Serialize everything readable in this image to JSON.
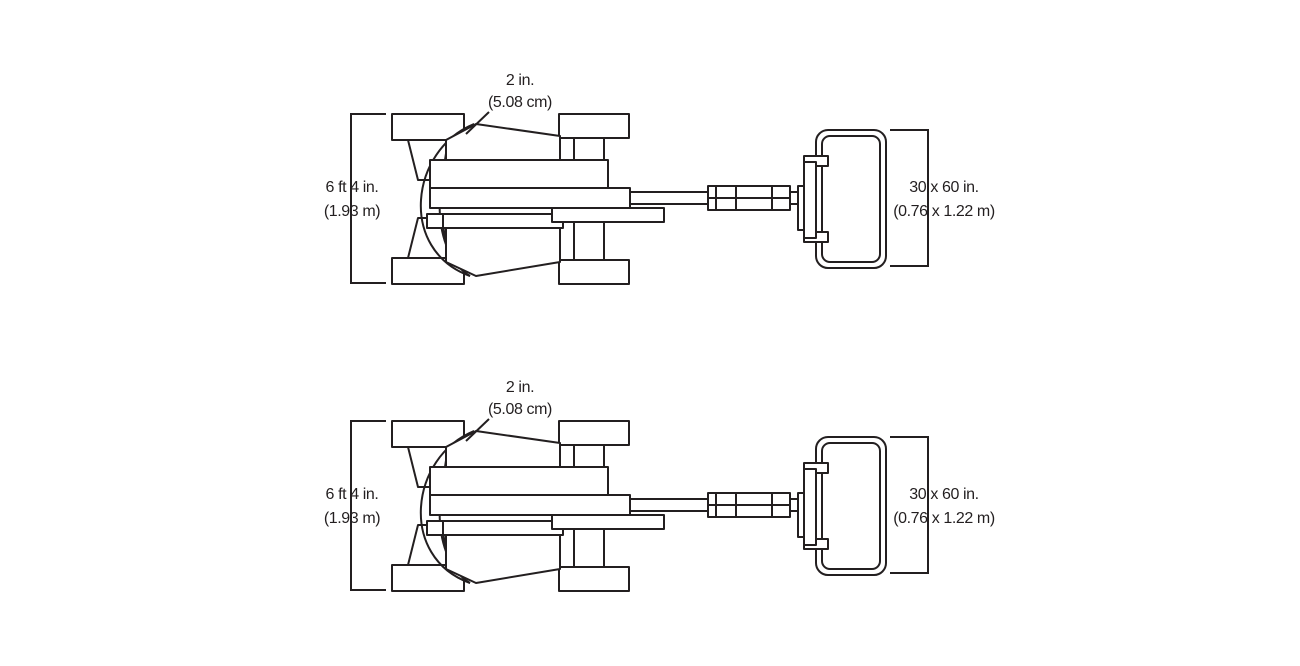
{
  "views": [
    {
      "clearance_label": "2 in.",
      "clearance_metric": "(5.08 cm)",
      "width_label": "6 ft 4 in.",
      "width_metric": "(1.93 m)",
      "platform_label": "30 x 60 in.",
      "platform_metric": "(0.76 x 1.22 m)"
    },
    {
      "clearance_label": "2 in.",
      "clearance_metric": "(5.08 cm)",
      "width_label": "6 ft 4 in.",
      "width_metric": "(1.93 m)",
      "platform_label": "30 x 60 in.",
      "platform_metric": "(0.76 x 1.22 m)"
    }
  ],
  "colors": {
    "line": "#231f20",
    "background": "#ffffff"
  }
}
